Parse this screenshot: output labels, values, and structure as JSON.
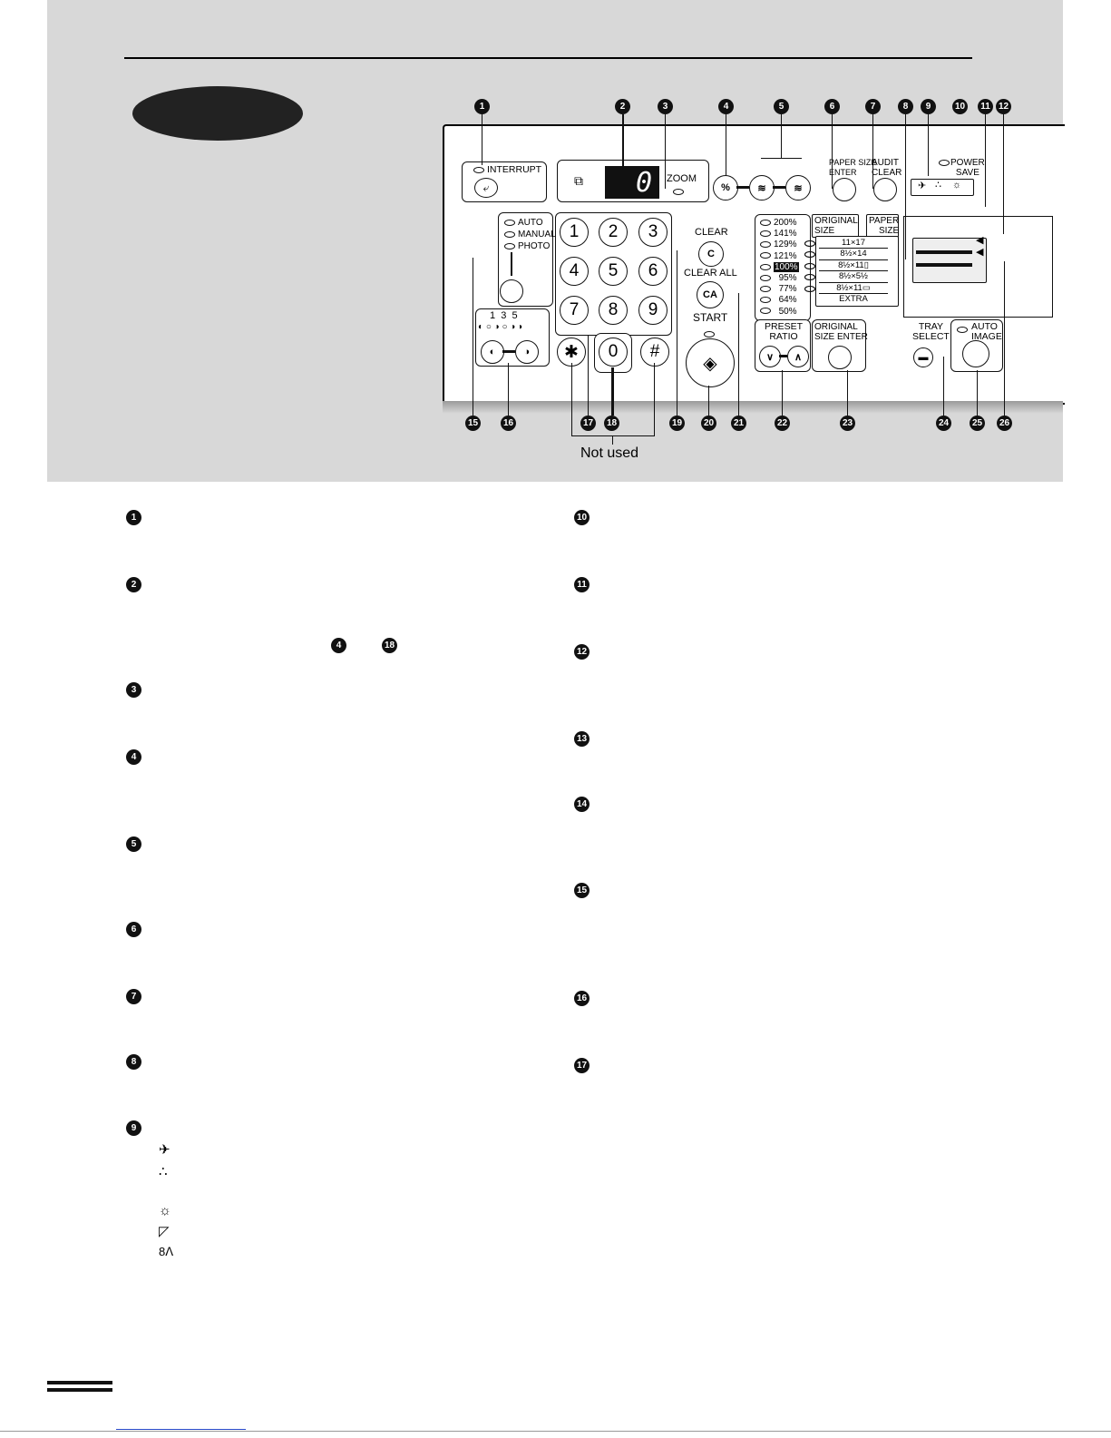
{
  "panel": {
    "interrupt_label": "INTERRUPT",
    "zoom_label": "ZOOM",
    "display_value": "0",
    "paper_size_enter_label": "PAPER SIZE\nENTER",
    "audit_clear_label": "AUDIT\nCLEAR",
    "power_save_label": "POWER\nSAVE",
    "exposure_modes": [
      "AUTO",
      "MANUAL",
      "PHOTO"
    ],
    "exposure_scale": "1  3  5",
    "keypad": [
      "1",
      "2",
      "3",
      "4",
      "5",
      "6",
      "7",
      "8",
      "9",
      "✱",
      "0",
      "#"
    ],
    "clear_label": "CLEAR",
    "clear_key": "C",
    "clear_all_label": "CLEAR ALL",
    "clear_all_key": "CA",
    "start_label": "START",
    "ratios": [
      "200%",
      "141%",
      "129%",
      "121%",
      "100%",
      "95%",
      "77%",
      "64%",
      "50%"
    ],
    "original_size_label": "ORIGINAL\nSIZE",
    "paper_size_label": "PAPER\nSIZE",
    "paper_sizes": [
      "11×17",
      "8½×14",
      "8½×11▯",
      "8½×5½",
      "8½×11▭",
      "EXTRA"
    ],
    "preset_ratio_label": "PRESET\nRATIO",
    "original_size_enter_label": "ORIGINAL\nSIZE ENTER",
    "tray_select_label": "TRAY\nSELECT",
    "auto_image_label": "AUTO\nIMAGE",
    "not_used_label": "Not used"
  },
  "callouts_top": [
    "1",
    "2",
    "3",
    "4",
    "5",
    "6",
    "7",
    "8",
    "9",
    "10",
    "11",
    "12"
  ],
  "callouts_bottom": [
    "15",
    "16",
    "17",
    "18",
    "19",
    "20",
    "21",
    "22",
    "23",
    "24",
    "25",
    "26"
  ],
  "list_left": [
    "1",
    "2",
    "3",
    "4",
    "5",
    "6",
    "7",
    "8",
    "9"
  ],
  "list_right": [
    "10",
    "11",
    "12",
    "13",
    "14",
    "15",
    "16",
    "17"
  ],
  "inline_refs": [
    "4",
    "18"
  ]
}
